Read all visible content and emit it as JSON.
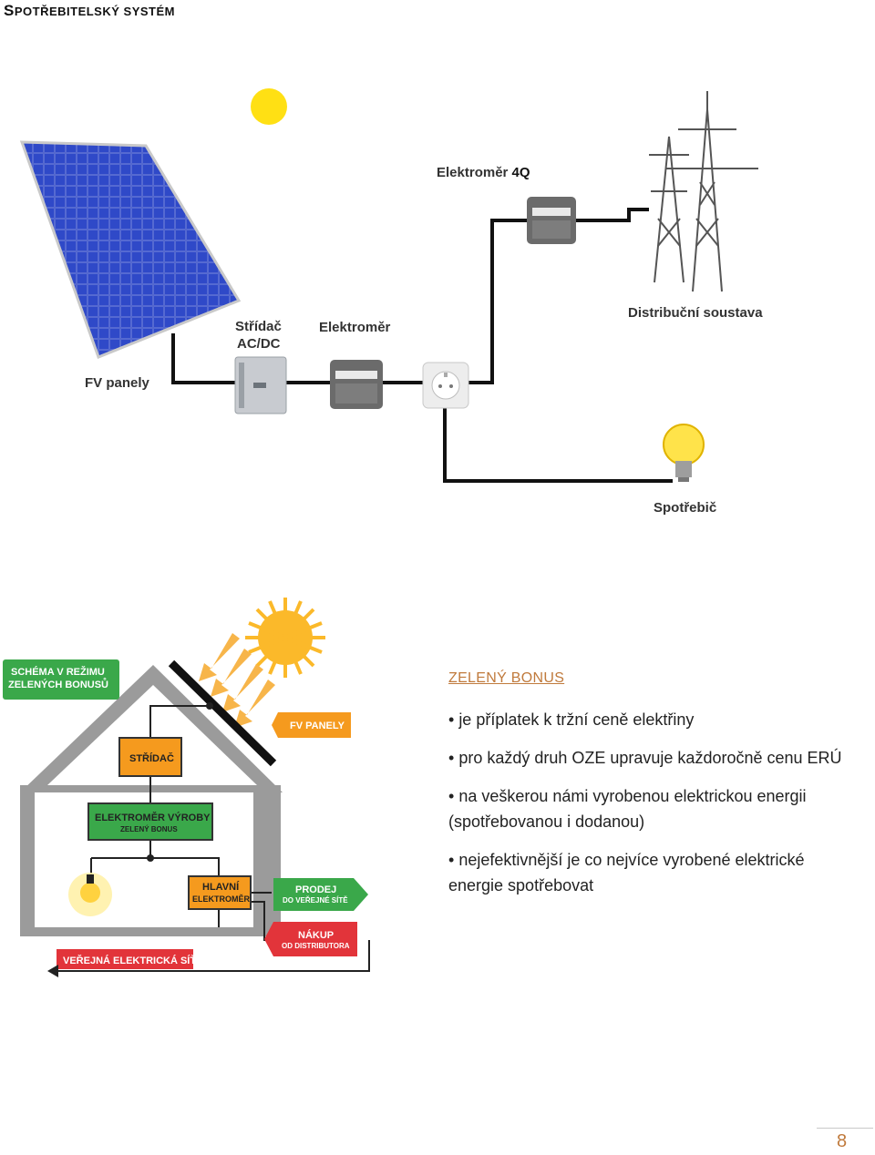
{
  "header": {
    "title_first": "S",
    "title_rest": "POTŘEBITELSKÝ SYSTÉM"
  },
  "top_diagram": {
    "labels": {
      "meter4q_prefix": "Elektroměr ",
      "meter4q_suffix": "4Q",
      "inverter_line1": "Střídač",
      "inverter_line2": "AC/DC",
      "meter": "Elektroměr",
      "panels": "FV panely",
      "grid": "Distribuční soustava",
      "consumer": "Spotřebič"
    }
  },
  "house_diagram": {
    "labels": {
      "scheme_line1": "SCHÉMA V REŽIMU",
      "scheme_line2": "ZELENÝCH BONUSŮ",
      "fv_panels": "FV PANELY",
      "inverter": "STŘÍDAČ",
      "production_meter_line1": "ELEKTROMĚR VÝROBY",
      "production_meter_line2": "ZELENÝ BONUS",
      "main_meter_line1": "HLAVNÍ",
      "main_meter_line2": "ELEKTROMĚR",
      "sell_line1": "PRODEJ",
      "sell_line2": "DO VEŘEJNÉ SÍTĚ",
      "buy_line1": "NÁKUP",
      "buy_line2": "OD DISTRIBUTORA",
      "public_grid": "VEŘEJNÁ ELEKTRICKÁ SÍŤ"
    },
    "colors": {
      "green": "#3aa84a",
      "orange": "#f59a1e",
      "red": "#e2343a",
      "gray": "#9b9b9b"
    }
  },
  "bonus": {
    "title": "ZELENÝ BONUS",
    "bullets": [
      "je příplatek k tržní ceně elektřiny",
      "pro každý druh OZE upravuje každoročně cenu ERÚ",
      "na veškerou námi vyrobenou elektrickou energii (spotřebovanou i dodanou)",
      "nejefektivnější je co nejvíce vyrobené elektrické energie spotřebovat"
    ]
  },
  "footer": {
    "page_number": "8"
  }
}
